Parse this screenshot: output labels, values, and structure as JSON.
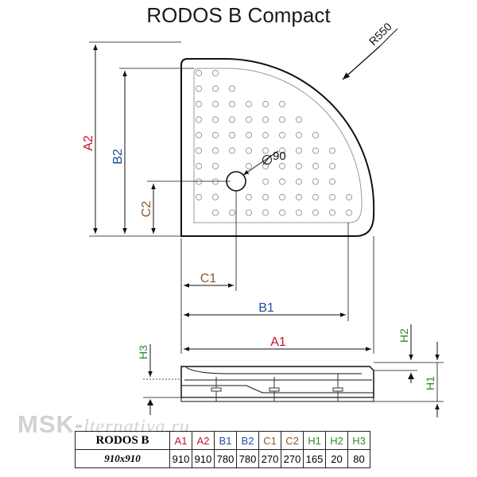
{
  "title": "RODOS B Compact",
  "dimension_labels": {
    "a1": "A1",
    "a2": "A2",
    "b1": "B1",
    "b2": "B2",
    "c1": "C1",
    "c2": "C2",
    "h1": "H1",
    "h2": "H2",
    "h3": "H3",
    "radius": "R550",
    "drain": "90"
  },
  "colors": {
    "a": "#c8102e",
    "b": "#1f4e9a",
    "c": "#8b5a2b",
    "h": "#2e8b2e"
  },
  "watermark": {
    "prefix": "MSK-",
    "rest": "lternativa.ru"
  },
  "spec_table": {
    "headers": [
      "RODOS B",
      "A1",
      "A2",
      "B1",
      "B2",
      "C1",
      "C2",
      "H1",
      "H2",
      "H3"
    ],
    "row": [
      "910x910",
      "910",
      "910",
      "780",
      "780",
      "270",
      "270",
      "165",
      "20",
      "80"
    ]
  }
}
